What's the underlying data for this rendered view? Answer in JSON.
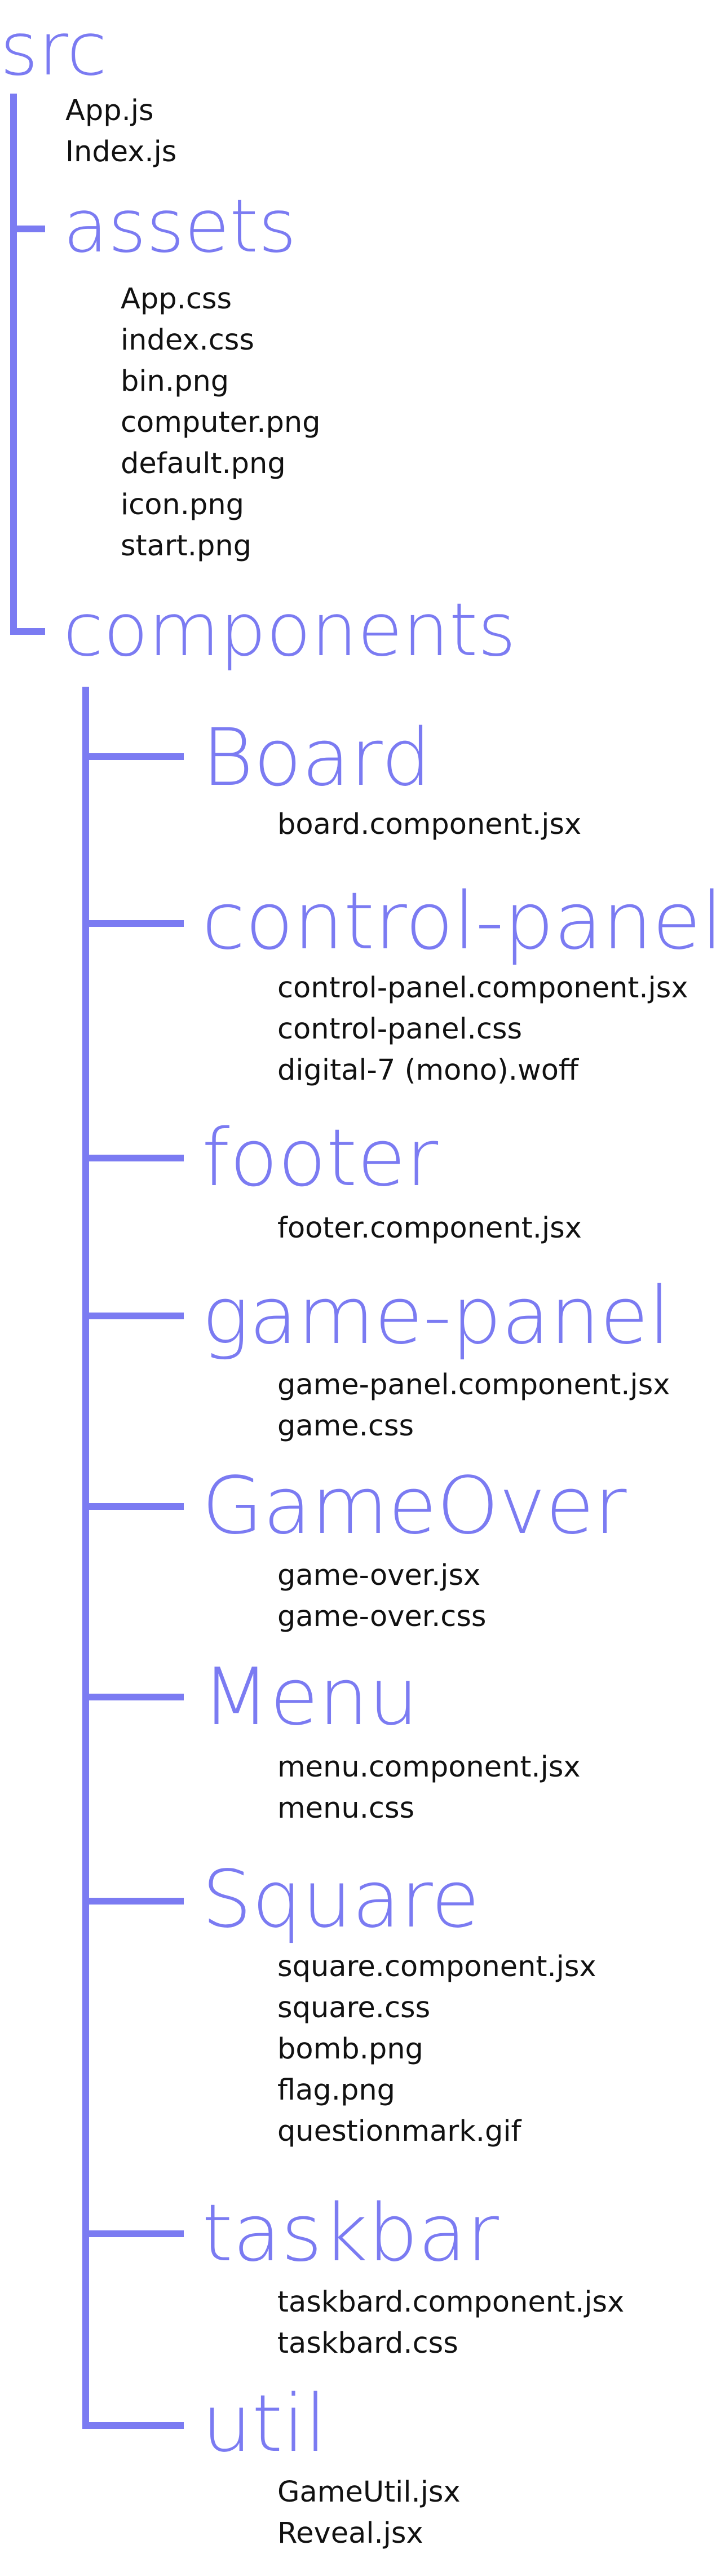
{
  "colors": {
    "accent": "#7b7bf2",
    "text": "#111111",
    "background": "#ffffff"
  },
  "tree": {
    "root": {
      "label": "src",
      "files": [
        "App.js",
        "Index.js"
      ]
    },
    "assets": {
      "label": "assets",
      "files": [
        "App.css",
        "index.css",
        "bin.png",
        "computer.png",
        "default.png",
        "icon.png",
        "start.png"
      ]
    },
    "components": {
      "label": "components",
      "folders": [
        {
          "label": "Board",
          "files": [
            "board.component.jsx"
          ]
        },
        {
          "label": "control-panel",
          "files": [
            "control-panel.component.jsx",
            "control-panel.css",
            "digital-7 (mono).woff"
          ]
        },
        {
          "label": "footer",
          "files": [
            "footer.component.jsx"
          ]
        },
        {
          "label": "game-panel",
          "files": [
            "game-panel.component.jsx",
            "game.css"
          ]
        },
        {
          "label": "GameOver",
          "files": [
            "game-over.jsx",
            "game-over.css"
          ]
        },
        {
          "label": "Menu",
          "files": [
            "menu.component.jsx",
            "menu.css"
          ]
        },
        {
          "label": "Square",
          "files": [
            "square.component.jsx",
            "square.css",
            "bomb.png",
            "flag.png",
            "questionmark.gif"
          ]
        },
        {
          "label": "taskbar",
          "files": [
            "taskbard.component.jsx",
            "taskbard.css"
          ]
        },
        {
          "label": "util",
          "files": [
            "GameUtil.jsx",
            "Reveal.jsx"
          ]
        }
      ]
    }
  }
}
